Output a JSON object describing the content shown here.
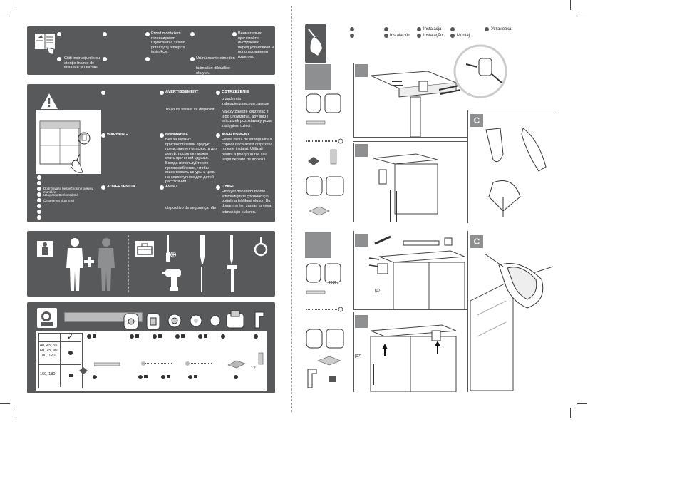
{
  "page": {
    "colors": {
      "panel": "#58595b",
      "fold": "#59b6e0",
      "step_box": "#8e8f91"
    }
  },
  "panel1": {
    "c1": "Przed montażem i\nrozpoczęciem\nużytkowania zasłon\nprzeczytaj niniejszą\ninstrukcję.",
    "c2": "Внимательно\nпрочитайте инструкцию\nперед установкой и\nиспользованием\nизделия.",
    "c3": "Citiți instrucțiunile cu\natenție înainte de\ninstalare și utilizare.",
    "c4": "Ürünü monte etmeden",
    "c5": "talimatları dikkatlice\nokuyun.",
    "icon": "manual-icon"
  },
  "panel2": {
    "fr_title": "AVERTISSEMENT",
    "fr_text": "Toujours utiliser ce dispositif",
    "pl_title": "OSTRZEŻENIE",
    "pl_text1": "urządzenia\nzabezpieczającego zawsze",
    "pl_text2": "Należy zawsze korzystać z\ntego urządzenia, aby linki i\nłańcuszek pozostawały poza\nzasięgiem dzieci.",
    "en_title": "WARNUNG",
    "ru_title": "ВНИМАНИЕ",
    "ru_text": "Без защитных\nприспособлений продукт\nпредставляет опасность для\nдетей, поскольку может\nстать причиной удушья.\nВсегда используйте это\nприспособление, чтобы\nфиксировать шнуры и цепи\nна недоступном для детей\nрасстоянии.",
    "ro_title": "AVERTISMENT",
    "ro_text1": "Există riscul de strangulare a\ncopiilor dacă acest dispozitiv\nnu este instalat. Utilizați",
    "ro_text2": "pentru a ține șnururile sau\nlanțul departe de accesul",
    "es_title": "ADVERTENCIA",
    "pt_title": "AVISO",
    "pt_text": "dispositivo de segurança não",
    "tr_title": "UYARI",
    "tr_text": "Emniyet donanımı monte\nedilmediğinde çocuklar için\nboğulma tehlikesi oluşur. Bu\ndonanımı her zaman ip veya",
    "tr_text2": "tutmak için kullanın.",
    "left_list": [
      "Dodržiavajte bezpečnostné pokyny",
      "montáže",
      "Uzaylarda Bezkontaktné",
      "Čekanje na sigurnosti"
    ],
    "warning_icon": "warning-triangle-icon"
  },
  "panel3": {
    "icons": [
      "person-icon",
      "installer-person-icon",
      "plus-icon",
      "second-person-icon",
      "toolbox-icon",
      "screwdriver-icon",
      "phillips-bit-icon",
      "flat-bit-icon",
      "pencil-icon",
      "tape-measure-icon",
      "drill-icon",
      "drill-bit-icon",
      "hammer-icon"
    ]
  },
  "panel4": {
    "check": "✓",
    "sizes_a": "40, 45, 55,\n60, 75, 90,\n100, 120",
    "sizes_b": "160, 180",
    "quantity_label": "12"
  },
  "right": {
    "lang_row1": [
      "Instalacja",
      "Установка"
    ],
    "lang_row2": [
      "Instalación",
      "Instalação",
      "Montaj"
    ],
    "tool_icon": "screwdriver-hand-icon",
    "section_c_top": "C",
    "section_c_bottom": "C",
    "ref_top": "[03] x",
    "ref_mid": "[07]",
    "ref_bottom": "[07]"
  }
}
